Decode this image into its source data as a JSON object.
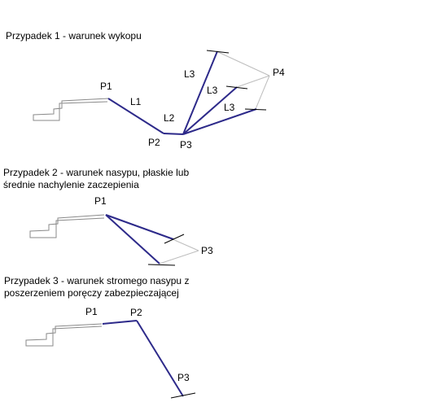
{
  "colors": {
    "main_line": "#2d2a8a",
    "helper_line": "#bdbdbd",
    "outline": "#8a8a8a",
    "tick": "#000000",
    "text": "#000000"
  },
  "case1": {
    "title": "Przypadek 1 - warunek wykopu",
    "labels": {
      "P1": "P1",
      "L1": "L1",
      "P2": "P2",
      "L2": "L2",
      "P3": "P3",
      "L3a": "L3",
      "L3b": "L3",
      "L3c": "L3",
      "P4": "P4"
    }
  },
  "case2": {
    "title_line1": "Przypadek 2 - warunek nasypu, płaskie lub",
    "title_line2": "średnie nachylenie zaczepienia",
    "labels": {
      "P1": "P1",
      "P3": "P3"
    }
  },
  "case3": {
    "title_line1": "Przypadek 3 - warunek stromego nasypu z",
    "title_line2": "poszerzeniem poręczy zabezpieczającej",
    "labels": {
      "P1": "P1",
      "P2": "P2",
      "P3": "P3"
    }
  }
}
